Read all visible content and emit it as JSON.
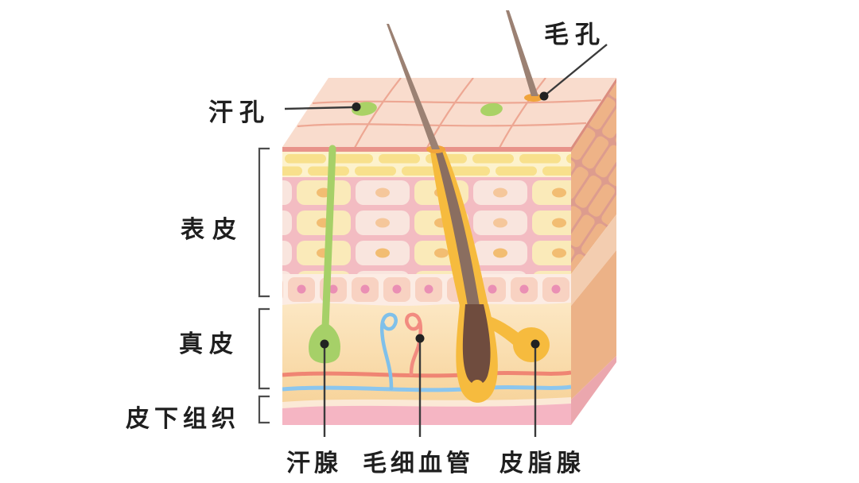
{
  "title": "skin-anatomy-diagram",
  "labels": {
    "hair_pore": "毛孔",
    "sweat_pore": "汗孔",
    "epidermis": "表皮",
    "dermis": "真皮",
    "subcutaneous_tissue": "皮下组织",
    "sweat_gland": "汗腺",
    "capillary": "毛细血管",
    "sebaceous_gland": "皮脂腺"
  },
  "palette": {
    "skin_surface": "#f9dccd",
    "surface_grid": "#eda793",
    "surface_edge_band": "#e8938a",
    "stratum_corneum_bg": "#fdf2cd",
    "stratum_corneum_pill": "#f8e08c",
    "brick_grout_pink": "#f3bcc2",
    "brick_cream": "#f9e5de",
    "brick_yellow": "#faeab9",
    "basal_cell": "#f8d2c2",
    "basal_dot": "#ea8fb4",
    "dermis_tan_top": "#fce7c3",
    "dermis_tan_bottom": "#f7d49c",
    "subcutaneous_pink": "#f5b5c3",
    "artery_red": "#ef8573",
    "vein_blue": "#8bc6ee",
    "sweat_gland_green": "#a6d068",
    "pore_green": "#aad266",
    "capillary_red": "#f28b80",
    "capillary_blue": "#7fc0ea",
    "sebum_yellow": "#f6bb3e",
    "hair_brown": "#9b8173",
    "hair_root_brown": "#6f4c3e",
    "callout_ink": "#3a3a3a",
    "label_ink": "#1f1f1f"
  }
}
